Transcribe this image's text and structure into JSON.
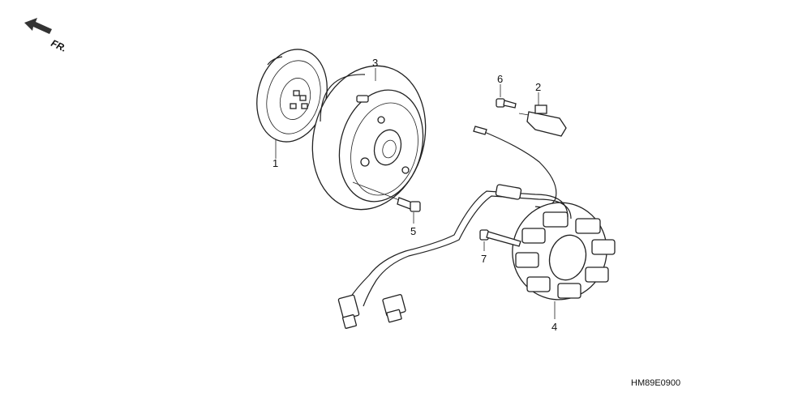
{
  "direction_label": "FR.",
  "diagram_code": "HM89E0900",
  "callouts": [
    {
      "id": "1",
      "label": "1"
    },
    {
      "id": "2",
      "label": "2"
    },
    {
      "id": "3",
      "label": "3"
    },
    {
      "id": "4",
      "label": "4"
    },
    {
      "id": "5",
      "label": "5"
    },
    {
      "id": "6",
      "label": "6"
    },
    {
      "id": "7",
      "label": "7"
    }
  ]
}
